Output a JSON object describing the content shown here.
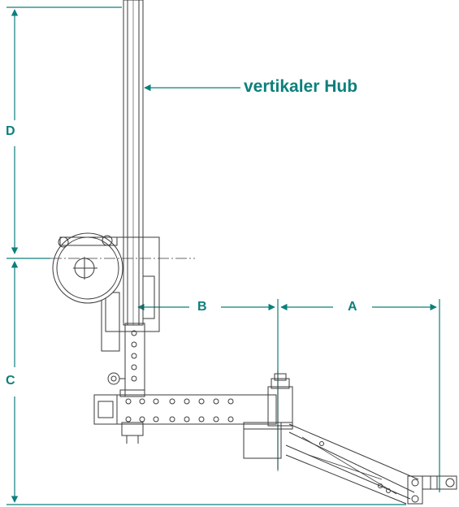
{
  "labels": {
    "vertical_stroke": "vertikaler Hub",
    "dim_a": "A",
    "dim_b": "B",
    "dim_c": "C",
    "dim_d": "D"
  },
  "colors": {
    "accent": "#0c7f7c",
    "line": "#3a3a3a",
    "hatch": "#777777"
  }
}
